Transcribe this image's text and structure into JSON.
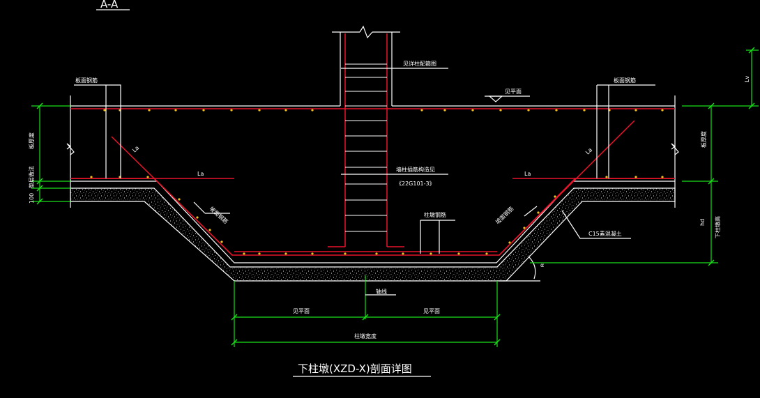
{
  "section_label": "A-A",
  "title": "下柱墩(XZD-X)剖面详图",
  "labels": {
    "rebar_left_top": "板面钢筋",
    "rebar_right_top": "板面钢筋",
    "column_stirrup": "见详柱配箍图",
    "level_mark": "见平面",
    "lap_la_upper_left": "La",
    "lap_la_upper_right": "La",
    "lap_la_lower_left": "La",
    "lap_la_lower_right": "La",
    "anchorage_note_1": "墙柱插筋构造见",
    "anchorage_note_2": "《22G101-3》",
    "column_rebar": "柱墩钢筋",
    "slope_rebar_left": "坡面钢筋",
    "slope_rebar_right": "坡面钢筋",
    "concrete": "C15素混凝土",
    "angle": "α",
    "axis": "轴线",
    "dim_left": "见平面",
    "dim_right": "见平面",
    "dim_total": "柱墩宽度",
    "dim_lv": "Lv",
    "dim_hd": "hd",
    "dim_right_top": "板厚度",
    "dim_right_bottom": "下柱墩高",
    "dim_left_thickness": "板厚度",
    "dim_left_cushion": "垫层做法",
    "dim_left_100": "100"
  },
  "colors": {
    "background": "#000000",
    "outline": "#ffffff",
    "rebar": "#e8142a",
    "dimension": "#19e019",
    "rebar_dot": "#f0c020"
  }
}
